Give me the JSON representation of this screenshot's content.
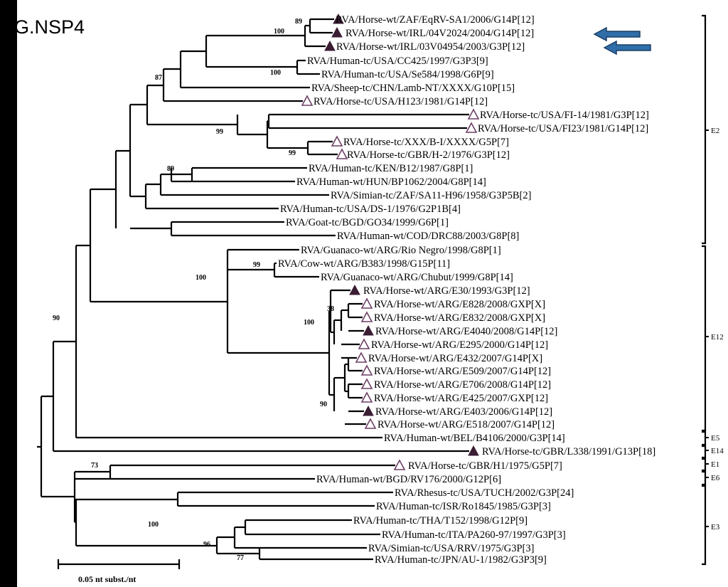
{
  "title": "G.NSP4",
  "scale_label": "0.05 nt subst./nt",
  "colors": {
    "background_frame": "#000000",
    "panel": "#ffffff",
    "tree": "#000000",
    "filled_marker": "#3a1d33",
    "open_marker": "#6d3f66",
    "arrow_fill": "#2f6ea8",
    "arrow_stroke": "#1b3f66"
  },
  "leaves": [
    {
      "label": "RVA/Horse-wt/ZAF/EqRV-SA1/2006/G14P[12]",
      "marker": "filled"
    },
    {
      "label": "RVA/Horse-wt/IRL/04V2024/2004/G14P[12]",
      "marker": "filled"
    },
    {
      "label": "RVA/Horse-wt/IRL/03V04954/2003/G3P[12]",
      "marker": "filled"
    },
    {
      "label": "RVA/Human-tc/USA/CC425/1997/G3P3[9]",
      "marker": "none"
    },
    {
      "label": "RVA/Human-tc/USA/Se584/1998/G6P[9]",
      "marker": "none"
    },
    {
      "label": "RVA/Sheep-tc/CHN/Lamb-NT/XXXX/G10P[15]",
      "marker": "none"
    },
    {
      "label": "RVA/Horse-tc/USA/H123/1981/G14P[12]",
      "marker": "open"
    },
    {
      "label": "RVA/Horse-tc/USA/FI-14/1981/G3P[12]",
      "marker": "open"
    },
    {
      "label": "RVA/Horse-tc/USA/FI23/1981/G14P[12]",
      "marker": "open"
    },
    {
      "label": "RVA/Horse-tc/XXX/B-I/XXXX/G5P[7]",
      "marker": "open"
    },
    {
      "label": "RVA/Horse-tc/GBR/H-2/1976/G3P[12]",
      "marker": "open"
    },
    {
      "label": "RVA/Human-tc/KEN/B12/1987/G8P[1]",
      "marker": "none"
    },
    {
      "label": "RVA/Human-wt/HUN/BP1062/2004/G8P[14]",
      "marker": "none"
    },
    {
      "label": "RVA/Simian-tc/ZAF/SA11-H96/1958/G3P5B[2]",
      "marker": "none"
    },
    {
      "label": "RVA/Human-tc/USA/DS-1/1976/G2P1B[4]",
      "marker": "none"
    },
    {
      "label": "RVA/Goat-tc/BGD/GO34/1999/G6P[1]",
      "marker": "none"
    },
    {
      "label": "RVA/Human-wt/COD/DRC88/2003/G8P[8]",
      "marker": "none"
    },
    {
      "label": "RVA/Guanaco-wt/ARG/Rio Negro/1998/G8P[1]",
      "marker": "none"
    },
    {
      "label": "RVA/Cow-wt/ARG/B383/1998/G15P[11]",
      "marker": "none"
    },
    {
      "label": "RVA/Guanaco-wt/ARG/Chubut/1999/G8P[14]",
      "marker": "none"
    },
    {
      "label": "RVA/Horse-wt/ARG/E30/1993/G3P[12]",
      "marker": "filled"
    },
    {
      "label": "RVA/Horse-wt/ARG/E828/2008/GXP[X]",
      "marker": "open"
    },
    {
      "label": "RVA/Horse-wt/ARG/E832/2008/GXP[X]",
      "marker": "open"
    },
    {
      "label": "RVA/Horse-wt/ARG/E4040/2008/G14P[12]",
      "marker": "filled"
    },
    {
      "label": "RVA/Horse-wt/ARG/E295/2000/G14P[12]",
      "marker": "open"
    },
    {
      "label": "RVA/Horse-wt/ARG/E432/2007/G14P[X]",
      "marker": "open"
    },
    {
      "label": "RVA/Horse-wt/ARG/E509/2007/G14P[12]",
      "marker": "open"
    },
    {
      "label": "RVA/Horse-wt/ARG/E706/2008/G14P[12]",
      "marker": "open"
    },
    {
      "label": "RVA/Horse-wt/ARG/E425/2007/GXP[12]",
      "marker": "open"
    },
    {
      "label": "RVA/Horse-wt/ARG/E403/2006/G14P[12]",
      "marker": "filled"
    },
    {
      "label": "RVA/Horse-wt/ARG/E518/2007/G14P[12]",
      "marker": "open"
    },
    {
      "label": "RVA/Human-wt/BEL/B4106/2000/G3P[14]",
      "marker": "none"
    },
    {
      "label": "RVA/Horse-tc/GBR/L338/1991/G13P[18]",
      "marker": "filled"
    },
    {
      "label": "RVA/Horse-tc/GBR/H1/1975/G5P[7]",
      "marker": "open"
    },
    {
      "label": "RVA/Human-wt/BGD/RV176/2000/G12P[6]",
      "marker": "none"
    },
    {
      "label": "RVA/Rhesus-tc/USA/TUCH/2002/G3P[24]",
      "marker": "none"
    },
    {
      "label": "RVA/Human-tc/ISR/Ro1845/1985/G3P[3]",
      "marker": "none"
    },
    {
      "label": "RVA/Human-tc/THA/T152/1998/G12P[9]",
      "marker": "none"
    },
    {
      "label": "RVA/Human-tc/ITA/PA260-97/1997/G3P[3]",
      "marker": "none"
    },
    {
      "label": "RVA/Simian-tc/USA/RRV/1975/G3P[3]",
      "marker": "none"
    },
    {
      "label": "RVA/Human-tc/JPN/AU-1/1982/G3P3[9]",
      "marker": "none"
    }
  ],
  "bootstrap": [
    "89",
    "100",
    "100",
    "87",
    "99",
    "99",
    "89",
    "99",
    "100",
    "38",
    "100",
    "90",
    "90",
    "73",
    "100",
    "96",
    "77"
  ],
  "groups": [
    "E2",
    "E12",
    "E5",
    "E14",
    "E1",
    "E6",
    "E3"
  ]
}
